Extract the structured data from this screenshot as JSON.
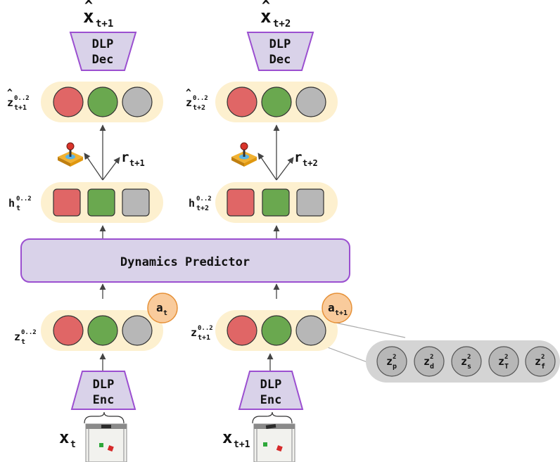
{
  "colors": {
    "slot_red": "#e06666",
    "slot_green": "#6aa84f",
    "slot_gray": "#b7b7b7",
    "pill_bg": "#fdf0cf",
    "module_fill": "#d9d2e9",
    "module_stroke": "#9b4fd0",
    "action_fill": "#f9cb9c",
    "action_stroke": "#e69138",
    "detail_bg": "#d4d4d4"
  },
  "outputs": {
    "xhat1": {
      "base": "x",
      "hat": "^",
      "sub": "t+1"
    },
    "xhat2": {
      "base": "x",
      "hat": "^",
      "sub": "t+2"
    }
  },
  "decoders": [
    {
      "line1": "DLP",
      "line2": "Dec"
    },
    {
      "line1": "DLP",
      "line2": "Dec"
    }
  ],
  "encoders": [
    {
      "line1": "DLP",
      "line2": "Enc"
    },
    {
      "line1": "DLP",
      "line2": "Enc"
    }
  ],
  "zhat_labels": [
    {
      "hat": "^",
      "base": "z",
      "sup": "0..2",
      "sub": "t+1"
    },
    {
      "hat": "^",
      "base": "z",
      "sup": "0..2",
      "sub": "t+2"
    }
  ],
  "h_labels": [
    {
      "base": "h",
      "sup": "0..2",
      "sub": "t"
    },
    {
      "base": "h",
      "sup": "0..2",
      "sub": "t+2"
    }
  ],
  "z_labels": [
    {
      "base": "z",
      "sup": "0..2",
      "sub": "t"
    },
    {
      "base": "z",
      "sup": "0..2",
      "sub": "t+1"
    }
  ],
  "rewards": [
    {
      "base": "r",
      "sub": "t+1"
    },
    {
      "base": "r",
      "sub": "t+2"
    }
  ],
  "actions": [
    {
      "base": "a",
      "sub": "t"
    },
    {
      "base": "a",
      "sub": "t+1"
    }
  ],
  "inputs": [
    {
      "base": "x",
      "sub": "t"
    },
    {
      "base": "x",
      "sub": "t+1"
    }
  ],
  "dynamics": {
    "label": "Dynamics Predictor"
  },
  "particle_attributes": [
    {
      "base": "z",
      "sup": "2",
      "sub": "p"
    },
    {
      "base": "z",
      "sup": "2",
      "sub": "d"
    },
    {
      "base": "z",
      "sup": "2",
      "sub": "s"
    },
    {
      "base": "z",
      "sup": "2",
      "sub": "T"
    },
    {
      "base": "z",
      "sup": "2",
      "sub": "f"
    }
  ]
}
